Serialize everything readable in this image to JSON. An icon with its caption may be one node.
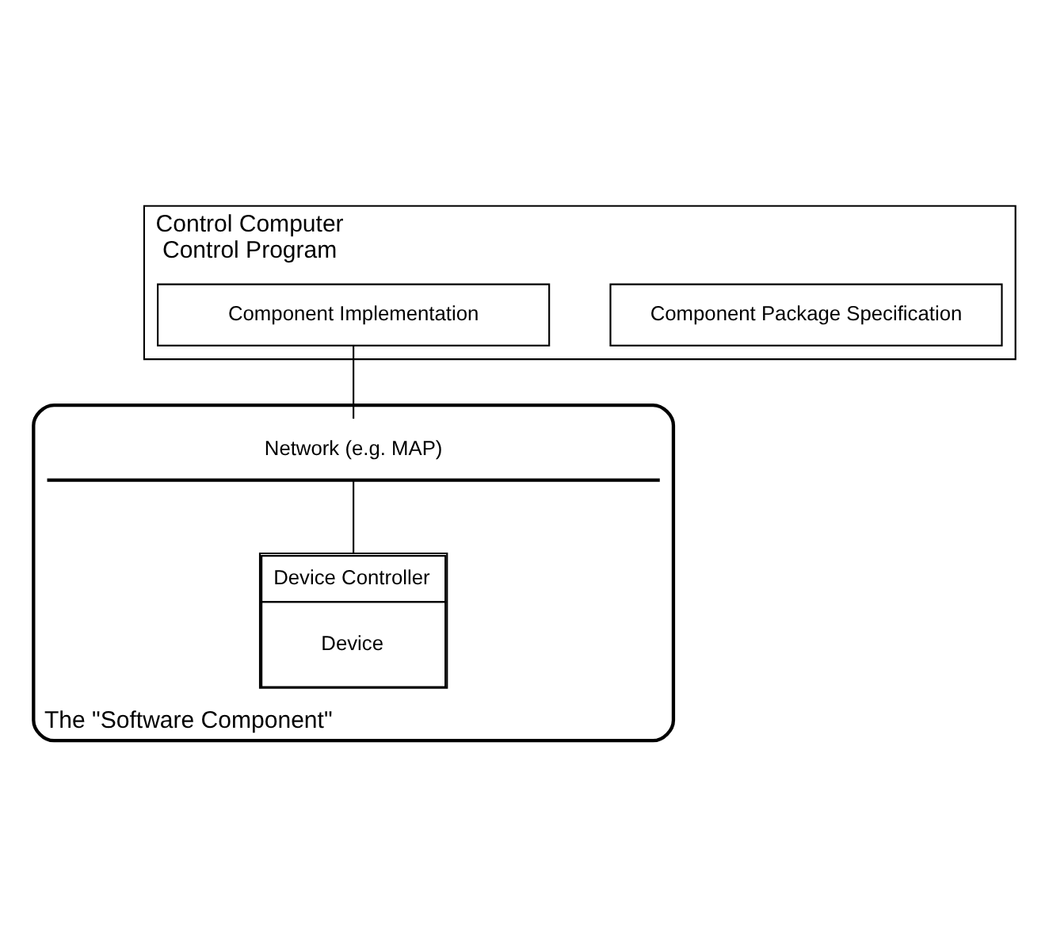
{
  "diagram": {
    "nodes": [
      {
        "text": [
          "Control Computer",
          "Control Program"
        ]
      },
      {
        "text": [
          "Component Package Specification"
        ],
        "in": 0
      },
      {
        "text": [
          "Component Implementation"
        ],
        "in": 0
      },
      {
        "text": [
          "The \"Software Component\""
        ]
      },
      {
        "text": [
          "Network (e.g. MAP)"
        ],
        "in": 3
      },
      {
        "text": [
          "Device Controller",
          "Device"
        ],
        "in": 3
      }
    ],
    "edges": [
      {
        "from": 2,
        "to": 4,
        "arrow": "none"
      },
      {
        "from": 4,
        "to": 5,
        "arrow": "none"
      }
    ]
  }
}
